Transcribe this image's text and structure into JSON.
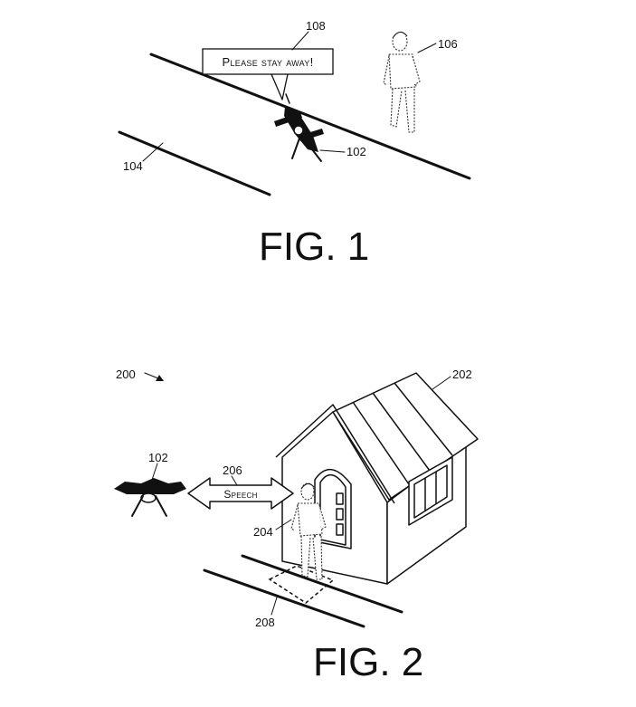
{
  "fig1": {
    "caption": "FIG. 1",
    "refs": {
      "r108": "108",
      "r106": "106",
      "r104": "104",
      "r102": "102"
    },
    "speech_bubble": "Please stay away!"
  },
  "fig2": {
    "caption": "FIG. 2",
    "refs": {
      "r200": "200",
      "r202": "202",
      "r102": "102",
      "r206": "206",
      "r204": "204",
      "r208": "208"
    },
    "arrow_label": "Speech"
  },
  "colors": {
    "ink": "#111111",
    "paper": "#ffffff"
  }
}
